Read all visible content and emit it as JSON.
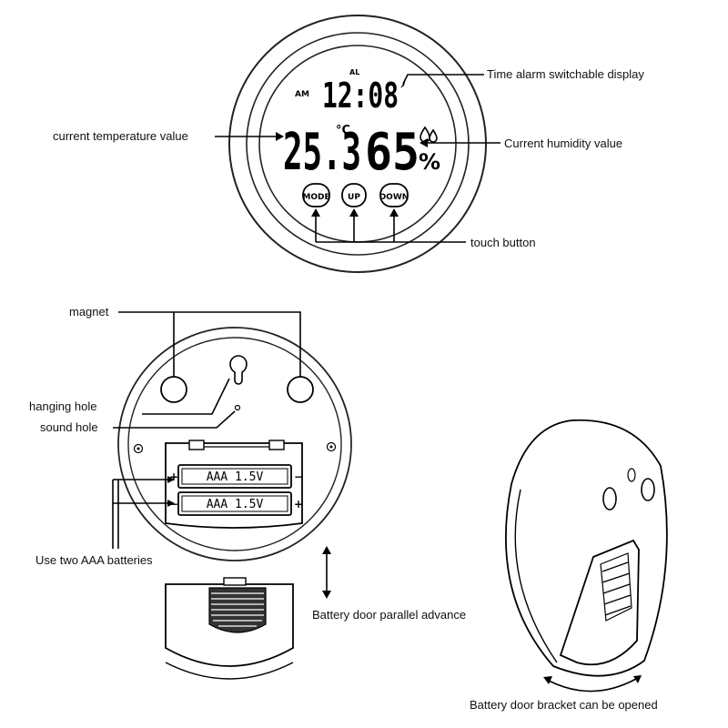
{
  "display": {
    "time": "12:08",
    "am": "AM",
    "al": "AL",
    "temperature": "25.3",
    "temp_unit": "°C",
    "humidity": "65",
    "humidity_unit": "%"
  },
  "buttons": {
    "mode": "MODE",
    "up": "UP",
    "down": "DOWN"
  },
  "callouts": {
    "time_alarm": "Time alarm switchable display",
    "temperature": "current temperature value",
    "humidity": "Current humidity value",
    "touch_button": "touch button",
    "magnet": "magnet",
    "hanging_hole": "hanging hole",
    "sound_hole": "sound hole",
    "batteries": "Use two AAA batteries",
    "battery_door_advance": "Battery door parallel advance",
    "bracket": "Battery door bracket can be opened"
  },
  "battery": {
    "label_top": "AAA 1.5V",
    "label_bottom": "AAA 1.5V",
    "plus": "+",
    "minus": "−"
  }
}
